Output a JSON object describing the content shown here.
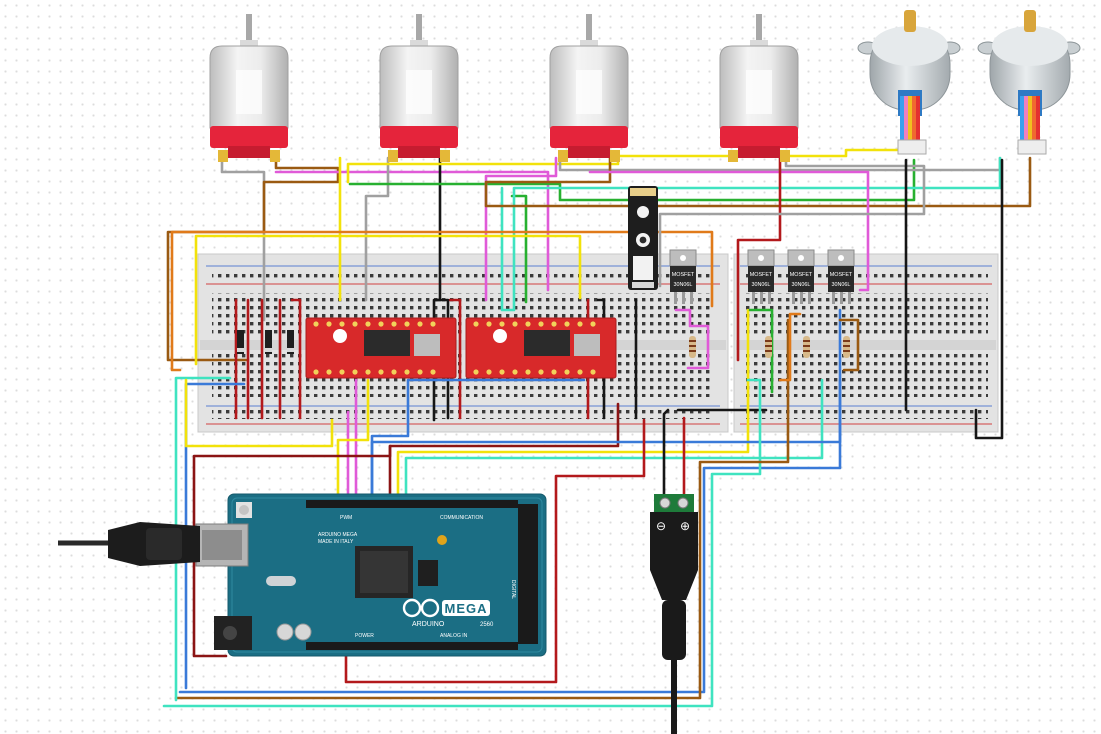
{
  "labels": {
    "mosfet_line1": "MOSFET",
    "mosfet_line2": "30N06L",
    "arduino_brand": "ARDUINO",
    "arduino_model": "MEGA",
    "arduino_sub": "2560",
    "arduino_made": "ARDUINO MEGA",
    "arduino_made2": "MADE IN ITALY",
    "communication": "COMMUNICATION",
    "analog_in": "ANALOG IN",
    "power": "POWER",
    "digital": "DIGITAL",
    "pwm": "PWM",
    "jack_minus": "⊖",
    "jack_plus": "⊕"
  },
  "colors": {
    "red": "#b3191c",
    "orange": "#e07a1a",
    "yellow": "#f2e20a",
    "green": "#27b030",
    "cyan": "#3fe3c0",
    "blue": "#3a7ad8",
    "magenta": "#e05ad8",
    "brown": "#9a5a12",
    "gray": "#a0a0a0",
    "black": "#161616",
    "darkred": "#8b1414",
    "board": "#1b6e84",
    "driver": "#d8292a"
  },
  "parts": {
    "dc_motors": [
      {
        "name": "motor-1"
      },
      {
        "name": "motor-2"
      },
      {
        "name": "motor-3"
      },
      {
        "name": "motor-4"
      }
    ],
    "stepper_motors": [
      {
        "name": "stepper-1"
      },
      {
        "name": "stepper-2"
      }
    ],
    "drivers": [
      {
        "name": "motor-driver-1"
      },
      {
        "name": "motor-driver-2"
      }
    ],
    "mosfets": [
      {
        "name": "mosfet-1"
      },
      {
        "name": "mosfet-2"
      },
      {
        "name": "mosfet-3"
      },
      {
        "name": "mosfet-4"
      }
    ]
  }
}
